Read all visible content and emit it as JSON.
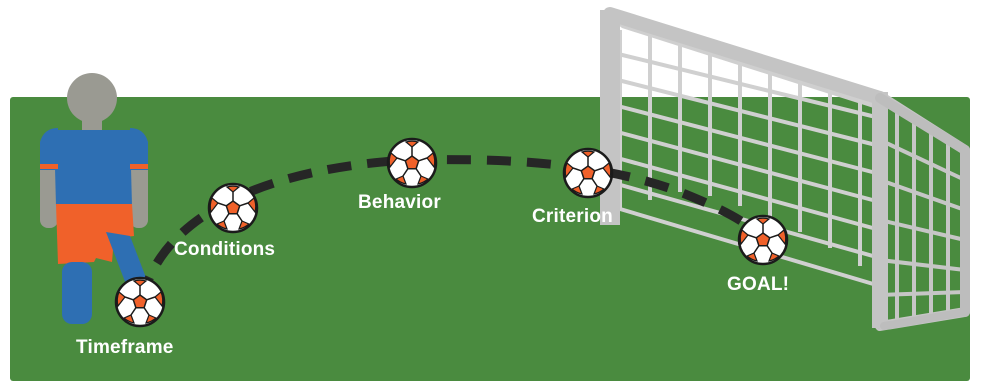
{
  "colors": {
    "field": "#4a8b3f",
    "player_shirt": "#2e6fb3",
    "player_shorts": "#f0612a",
    "player_skin": "#9a9a92",
    "net_frame": "#c9c9c9",
    "ball_accent": "#f0612a",
    "path_dash": "#262626",
    "label_text": "#ffffff"
  },
  "icons": {
    "player": "player-figure-icon",
    "ball": "soccer-ball-icon",
    "goal": "goal-net-icon"
  },
  "steps": [
    {
      "id": "timeframe",
      "label": "Timeframe"
    },
    {
      "id": "conditions",
      "label": "Conditions"
    },
    {
      "id": "behavior",
      "label": "Behavior"
    },
    {
      "id": "criterion",
      "label": "Criterion"
    },
    {
      "id": "goal",
      "label": "GOAL!"
    }
  ]
}
